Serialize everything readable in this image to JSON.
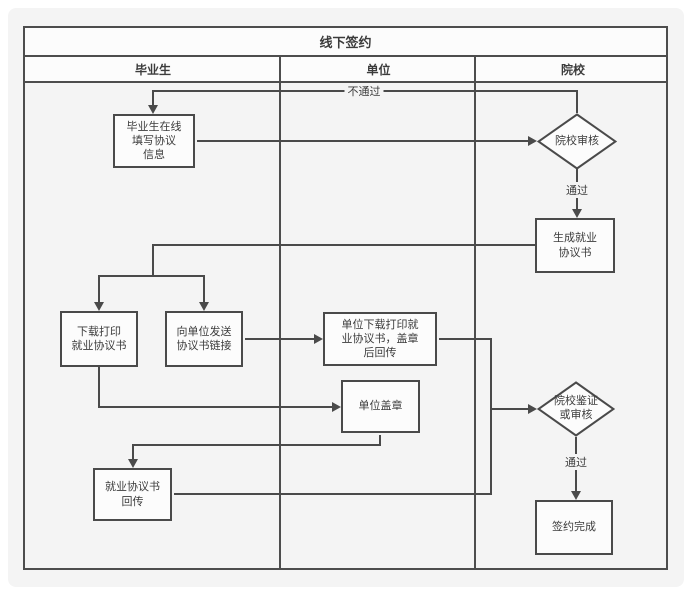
{
  "title": "线下签约",
  "lanes": [
    {
      "label": "毕业生"
    },
    {
      "label": "单位"
    },
    {
      "label": "院校"
    }
  ],
  "nodes": {
    "fill_info": {
      "label": "毕业生在线\n填写协议\n信息",
      "type": "process",
      "lane": "毕业生"
    },
    "college_review": {
      "label": "院校审核",
      "type": "decision",
      "lane": "院校"
    },
    "generate_agreement": {
      "label": "生成就业\n协议书",
      "type": "process",
      "lane": "院校"
    },
    "download_print": {
      "label": "下载打印\n就业协议书",
      "type": "process",
      "lane": "毕业生"
    },
    "send_link": {
      "label": "向单位发送\n协议书链接",
      "type": "process",
      "lane": "毕业生"
    },
    "unit_download": {
      "label": "单位下载打印就\n业协议书，盖章\n后回传",
      "type": "process",
      "lane": "单位"
    },
    "unit_stamp": {
      "label": "单位盖章",
      "type": "process",
      "lane": "单位"
    },
    "agreement_return": {
      "label": "就业协议书\n回传",
      "type": "process",
      "lane": "毕业生"
    },
    "college_verify": {
      "label": "院校鉴证\n或审核",
      "type": "decision",
      "lane": "院校"
    },
    "sign_complete": {
      "label": "签约完成",
      "type": "process",
      "lane": "院校"
    }
  },
  "edge_labels": {
    "reject": "不通过",
    "pass_review": "通过",
    "pass_verify": "通过"
  },
  "colors": {
    "line": "#4a4a4a",
    "border": "#4d4d4d",
    "node_fill": "#fcfcfc",
    "panel_bg": "#f4f4f4",
    "text": "#3c3c3c"
  }
}
